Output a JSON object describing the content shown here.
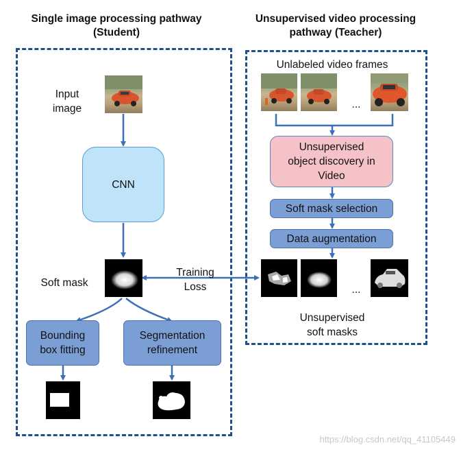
{
  "student": {
    "title_line1": "Single image processing pathway",
    "title_line2": "(Student)",
    "input_label_line1": "Input",
    "input_label_line2": "image",
    "cnn_label": "CNN",
    "soft_mask_label": "Soft mask",
    "bbox_line1": "Bounding",
    "bbox_line2": "box fitting",
    "seg_line1": "Segmentation",
    "seg_line2": "refinement"
  },
  "teacher": {
    "title_line1": "Unsupervised video processing",
    "title_line2": "pathway (Teacher)",
    "frames_label": "Unlabeled video frames",
    "frames_ellipsis": "...",
    "discovery_line1": "Unsupervised",
    "discovery_line2": "object discovery in",
    "discovery_line3": "Video",
    "selection_label": "Soft mask selection",
    "augmentation_label": "Data augmentation",
    "masks_ellipsis": "...",
    "masks_label_line1": "Unsupervised",
    "masks_label_line2": "soft masks"
  },
  "link": {
    "line1": "Training",
    "line2": "Loss"
  },
  "watermark": "https://blog.csdn.net/qq_41105449",
  "colors": {
    "arrow": "#3d6fb8",
    "dash": "#1f4f8f",
    "step_fill": "#7b9fd4",
    "cnn_fill": "#bfe3f8",
    "discovery_fill": "#f5c2c7"
  }
}
